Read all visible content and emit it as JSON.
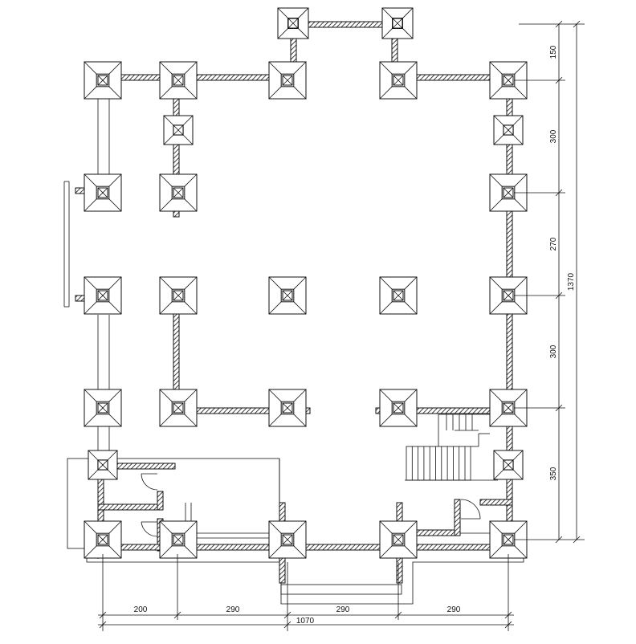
{
  "drawing": {
    "line_color": "#111111",
    "hatch_color": "#111111",
    "background": "#ffffff"
  },
  "dimensions": {
    "horizontal": {
      "segments": [
        "200",
        "290",
        "290",
        "290"
      ],
      "total": "1070"
    },
    "vertical": {
      "segments": [
        "150",
        "300",
        "270",
        "300",
        "350"
      ],
      "total": "1370"
    }
  }
}
